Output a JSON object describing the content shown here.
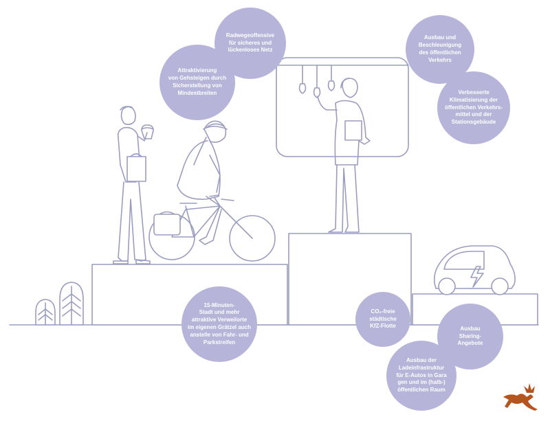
{
  "bubbles": {
    "radwege": "Radwegeoffensive\nfür sicheres und\nlückenloses Netz",
    "gehsteige": "Attraktivierung\nvon Gehsteigen durch\nSicherstellung von\nMindestbreiten",
    "oev_ausbau": "Ausbau und\nBeschleunigung\ndes öffentlichen\nVerkehrs",
    "klimatisierung": "Verbesserte\nKlimatisierung der\nöffentlichen Verkehrs-\nmittel und der\nStationsgebäude",
    "minuten_stadt": "15-Minuten-\nStadt und mehr\nattraktive Verweilorte\nim eigenen Grätzel auch\nanstelle von Fahr- und\nParkstreifen",
    "co2_flotte": "CO₂-freie\nstädtische\nKfZ-Flotte",
    "sharing": "Ausbau\nSharing-\nAngebote",
    "ladeinfrastruktur": "Ausbau der\nLadeinfrastruktur\nfür E-Autos in Gara\ngen und im (halb-)\nöffentlichen Raum"
  },
  "colors": {
    "bubble": "#b6b4d9",
    "line": "#9a9cc0",
    "logo": "#b5541e"
  },
  "icons": {
    "logo": "deer-logo-icon",
    "charging": "lightning-icon"
  }
}
